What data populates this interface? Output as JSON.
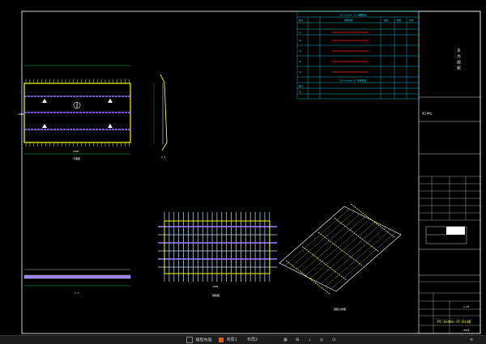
{
  "drawing": {
    "title_block_name": "PC-SeVbe-JT-B卡模",
    "title_block_label": "施工单位",
    "vertical_title": "天 为 图 配",
    "scale_label": "1:25",
    "sheet_no": "2023",
    "views": {
      "plan_label": "平面图",
      "section_11": "1-1",
      "section_22": "2-2",
      "rebar_label": "钢筋图",
      "iso_label": "钢筋立体图"
    },
    "dims": {
      "plan_width": "3200",
      "plan_height": "1800",
      "rebar_width": "3200"
    },
    "table": {
      "header": "PC-SeVbe-JT-B钢筋表",
      "col1": "编号",
      "col2": "钢筋简图",
      "col3": "规格",
      "col4": "数量",
      "col5": "长度",
      "sub_header": "PC-SeVbe-JT-B构件表",
      "rows": [
        "1a",
        "2a",
        "3a",
        "4a",
        "5a"
      ],
      "bottom_rows": [
        "编号",
        "B1"
      ]
    }
  },
  "colors": {
    "frame": "#ffffff",
    "panel": "#ffff00",
    "rebar_h": "#a57cff",
    "rebar_v": "#bfe8ff",
    "table": "#00e5ff",
    "rebar_red": "#ff3030",
    "dim": "#00ff66"
  },
  "bottombar": {
    "items": [
      "模型布局",
      "布局1",
      "布局2"
    ],
    "right_icons": [
      "grid-icon",
      "snap-icon",
      "ortho-icon",
      "polar-icon",
      "osnap-icon",
      "settings-icon"
    ]
  }
}
